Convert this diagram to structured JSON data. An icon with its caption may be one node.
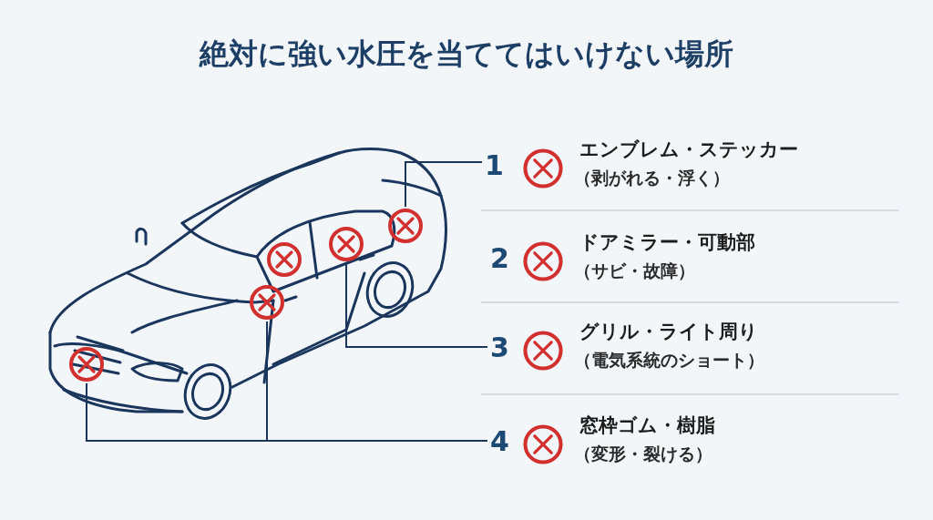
{
  "diagram": {
    "title": "絶対に強い水圧を当ててはいけない場所",
    "nodes": [
      {
        "text": [
          "1"
        ]
      },
      {
        "text": [
          "2"
        ]
      },
      {
        "text": [
          "3"
        ]
      },
      {
        "text": [
          "4"
        ]
      },
      {
        "text": [],
        "shape": "circle"
      },
      {
        "text": [],
        "shape": "circle"
      },
      {
        "text": [],
        "shape": "circle"
      },
      {
        "text": [],
        "shape": "circle"
      },
      {
        "text": [],
        "shape": "circle"
      }
    ],
    "edges": [
      {
        "from": 0,
        "to": 8,
        "arrow": "none"
      },
      {
        "from": 2,
        "to": 7,
        "arrow": "none"
      },
      {
        "from": 3,
        "to": 4,
        "arrow": "none"
      },
      {
        "from": 3,
        "to": 5,
        "arrow": "none"
      }
    ],
    "labels": [
      "エンブレム・ステッカー",
      "（剥がれる・浮く）",
      "ドアミラー・可動部",
      "（サビ・故障）",
      "グリル・ライト周り",
      "（電気系統のショート）",
      "窓枠ゴム・樹脂",
      "（変形・裂ける）"
    ]
  }
}
